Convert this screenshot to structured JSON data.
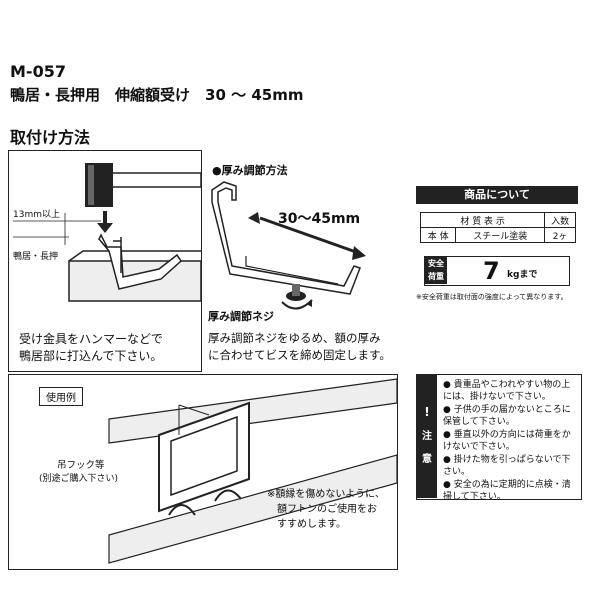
{
  "header": {
    "code": "M-057",
    "title": "鴨居・長押用　伸縮額受け　30 ～ 45mm",
    "method_heading": "取付け方法"
  },
  "install_panel": {
    "dim_label": "13mm以上",
    "beam_label": "鴨居・長押",
    "text_line1": "受け金具をハンマーなどで",
    "text_line2": "鴨居部に打込んで下さい。"
  },
  "thickness_panel": {
    "title": "●厚み調節方法",
    "range": "30～45mm",
    "screw_label": "厚み調節ネジ",
    "text_line1": "厚み調節ネジをゆるめ、額の厚み",
    "text_line2": "に合わせてビスを締め固定します。"
  },
  "usage_panel": {
    "tag": "使用例",
    "hook_label": "吊フック等",
    "hook_note": "(別途ご購入下さい)",
    "note_line1": "※額縁を傷めないように、",
    "note_line2": "額フトンのご使用をお",
    "note_line3": "すすめします。"
  },
  "product_info": {
    "heading": "商品について",
    "columns": [
      "材 質 表 示",
      "入数"
    ],
    "row": [
      "本 体",
      "スチール塗装",
      "2ヶ"
    ]
  },
  "load": {
    "label_line1": "安全",
    "label_line2": "荷重",
    "value": "7",
    "unit": "kgまで",
    "note": "※安全荷重は取付面の強度によって異なります。"
  },
  "caution": {
    "label_icon": "!",
    "label_chars": [
      "注",
      "意"
    ],
    "items": [
      "貴重品やこわれやすい物の上には、掛けないで下さい。",
      "子供の手の届かないところに保管して下さい。",
      "垂直以外の方向には荷重をかけないで下さい。",
      "掛けた物を引っぱらないで下さい。",
      "安全の為に定期的に点検・清掃して下さい。"
    ]
  }
}
